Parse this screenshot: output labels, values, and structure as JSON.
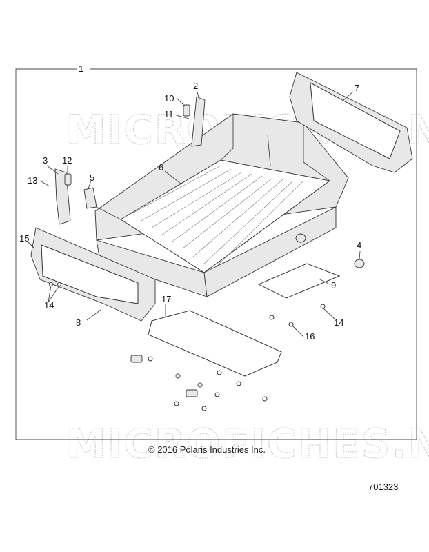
{
  "watermark": "MICROFICHES.NET",
  "copyright": "© 2016 Polaris Industries Inc.",
  "part_number": "701323",
  "callouts": [
    {
      "id": "c1",
      "label": "1"
    },
    {
      "id": "c2",
      "label": "2"
    },
    {
      "id": "c3",
      "label": "3"
    },
    {
      "id": "c4",
      "label": "4"
    },
    {
      "id": "c5",
      "label": "5"
    },
    {
      "id": "c6",
      "label": "6"
    },
    {
      "id": "c7",
      "label": "7"
    },
    {
      "id": "c8",
      "label": "8"
    },
    {
      "id": "c9",
      "label": "9"
    },
    {
      "id": "c10",
      "label": "10"
    },
    {
      "id": "c11",
      "label": "11"
    },
    {
      "id": "c12",
      "label": "12"
    },
    {
      "id": "c13",
      "label": "13"
    },
    {
      "id": "c14a",
      "label": "14"
    },
    {
      "id": "c14b",
      "label": "14"
    },
    {
      "id": "c15",
      "label": "15"
    },
    {
      "id": "c16",
      "label": "16"
    },
    {
      "id": "c17",
      "label": "17"
    }
  ]
}
